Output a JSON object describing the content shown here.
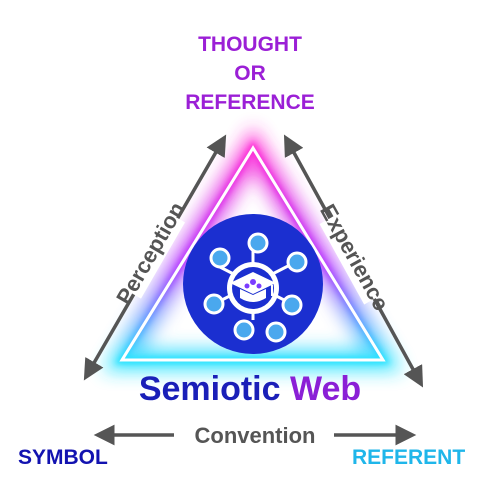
{
  "diagram": {
    "top_label": [
      "THOUGHT",
      "OR",
      "REFERENCE"
    ],
    "left_edge_label": "Perception",
    "right_edge_label": "Experience",
    "bottom_edge_label": "Convention",
    "bottom_left_label": "SYMBOL",
    "bottom_right_label": "REFERENT",
    "brand": {
      "word1": "Semiotic",
      "word2": "Web"
    },
    "logo_icon": "graduation-cap-network-icon"
  },
  "colors": {
    "thought": "#9b1fd6",
    "symbol": "#1212b0",
    "referent": "#1fb6ea",
    "semiotic": "#1a1fb8",
    "web": "#8a1fd6",
    "arrow": "#555555",
    "logo_circle": "#1b2fd0",
    "node": "#4aa8ee",
    "glow_top": "#ff2fd6",
    "glow_bottom": "#27e4ff"
  }
}
